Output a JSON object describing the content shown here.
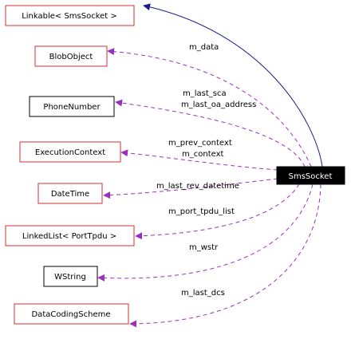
{
  "nodes": {
    "linkable": "Linkable< SmsSocket >",
    "blob_object": "BlobObject",
    "phone_number": "PhoneNumber",
    "execution_context": "ExecutionContext",
    "date_time": "DateTime",
    "linked_list": "LinkedList< PortTpdu >",
    "wstring": "WString",
    "data_coding_scheme": "DataCodingScheme",
    "sms_socket": "SmsSocket"
  },
  "edges": {
    "m_data": "m_data",
    "m_last_sca": "m_last_sca",
    "m_last_oa_address": "m_last_oa_address",
    "m_prev_context": "m_prev_context",
    "m_context": "m_context",
    "m_last_rev_datetime": "m_last_rev_datetime",
    "m_port_tpdu_list": "m_port_tpdu_list",
    "m_wstr": "m_wstr",
    "m_last_dcs": "m_last_dcs"
  },
  "colors": {
    "node_border": "#d03030",
    "plain_border": "#000000",
    "focus_fill": "#000000",
    "focus_text": "#ffffff",
    "usage_edge": "#9b30c0",
    "inherit_edge": "#1a1a8c"
  }
}
